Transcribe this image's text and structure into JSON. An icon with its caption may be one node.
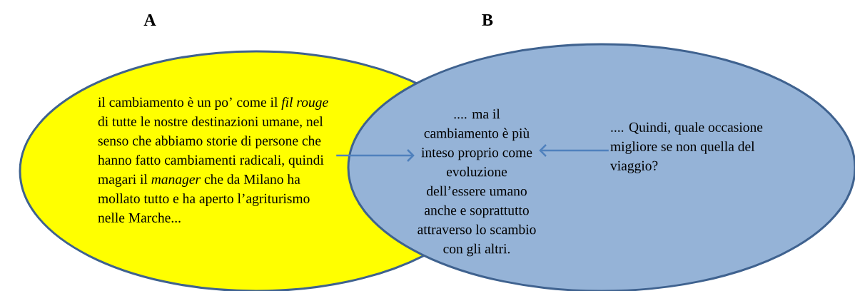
{
  "diagram": {
    "nodes": [
      {
        "text": [
          "A"
        ]
      },
      {
        "text": [
          "il cambiamento è un po’ come il *fil rouge* di tutte le nostre destinazioni umane, nel senso che abbiamo storie di persone che hanno fatto cambiamenti radicali, quindi magari il *manager* che da Milano ha mollato tutto e ha aperto l’agriturismo nelle Marche..."
        ],
        "in": 0
      },
      {
        "text": [
          "B"
        ]
      },
      {
        "text": [
          ".... ma il cambiamento è più inteso proprio come evoluzione dell’essere umano anche e soprattutto attraverso lo scambio con gli altri."
        ],
        "in": 2
      },
      {
        "text": [
          ".... Quindi, quale occasione migliore se non quella del viaggio?"
        ],
        "in": 2
      }
    ],
    "edges": [
      {
        "from": 1,
        "to": 3,
        "arrow": "to"
      },
      {
        "from": 4,
        "to": 3,
        "arrow": "to"
      }
    ]
  }
}
